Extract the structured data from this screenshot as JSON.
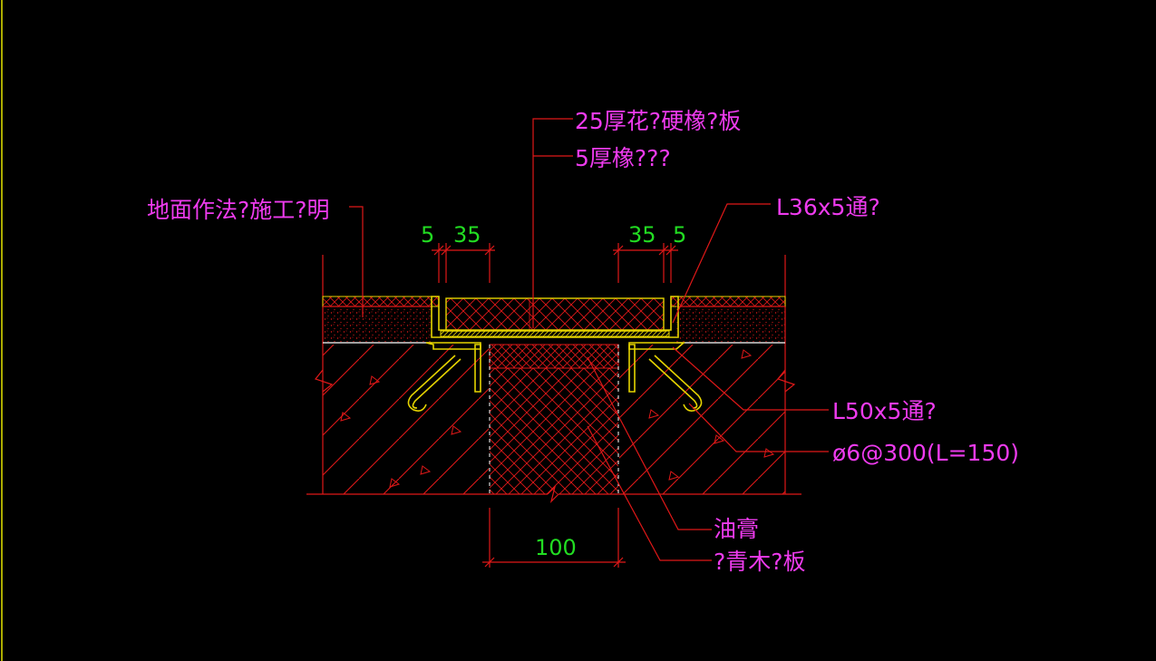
{
  "labels": {
    "rubber_plate": "25厚花?硬橡?板",
    "rubber_pad": "5厚橡???",
    "floor_method": "地面作法?施工?明",
    "angle_top": "L36x5通?",
    "angle_bottom": "L50x5通?",
    "rebar": "ø6@300(L=150)",
    "grease": "油膏",
    "board": "?青木?板"
  },
  "dimensions": {
    "left_small": "5",
    "left_big": "35",
    "right_big": "35",
    "right_small": "5",
    "gap_width": "100"
  },
  "colors": {
    "background": "#000000",
    "label": "#ee3bee",
    "dimension": "#22dd22",
    "structure": "#e01818",
    "steel": "#e6d400",
    "frame": "#e6e600"
  }
}
